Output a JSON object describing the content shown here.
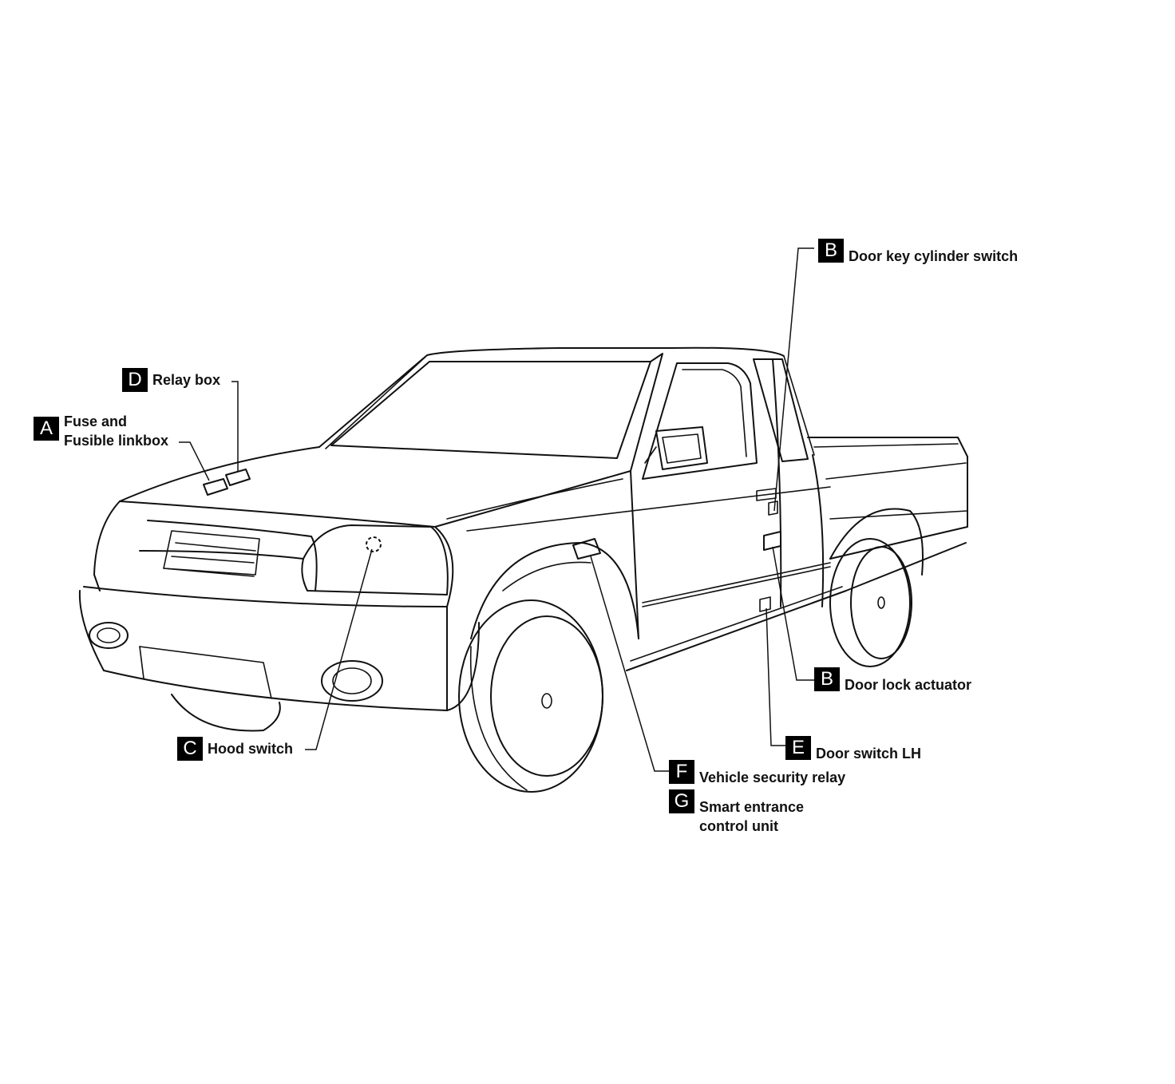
{
  "callouts": {
    "a": {
      "letter": "A",
      "label": "Fuse and\nFusible linkbox"
    },
    "b_top": {
      "letter": "B",
      "label": "Door key cylinder switch"
    },
    "b_bottom": {
      "letter": "B",
      "label": "Door lock actuator"
    },
    "c": {
      "letter": "C",
      "label": "Hood switch"
    },
    "d": {
      "letter": "D",
      "label": "Relay box"
    },
    "e": {
      "letter": "E",
      "label": "Door switch LH"
    },
    "f": {
      "letter": "F",
      "label": "Vehicle security relay"
    },
    "g": {
      "letter": "G",
      "label": "Smart entrance\ncontrol unit"
    }
  }
}
